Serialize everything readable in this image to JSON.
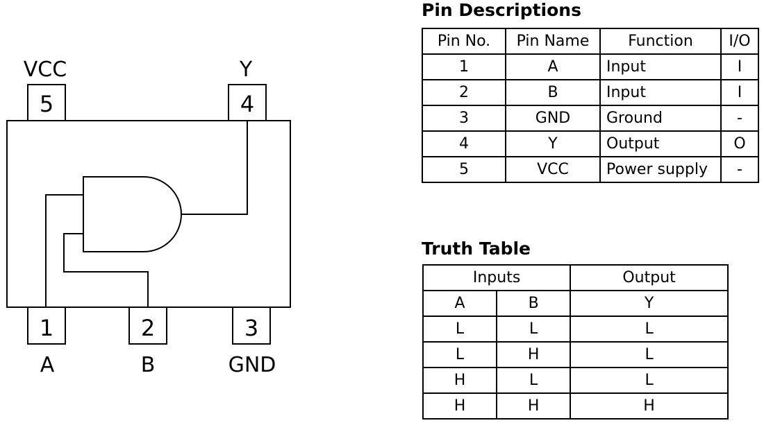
{
  "diagram": {
    "pins_top": [
      {
        "number": "5",
        "label": "VCC"
      },
      {
        "number": "4",
        "label": "Y"
      }
    ],
    "pins_bottom": [
      {
        "number": "1",
        "label": "A"
      },
      {
        "number": "2",
        "label": "B"
      },
      {
        "number": "3",
        "label": "GND"
      }
    ],
    "gate": "AND"
  },
  "pin_descriptions": {
    "title": "Pin Descriptions",
    "headers": [
      "Pin No.",
      "Pin Name",
      "Function",
      "I/O"
    ],
    "rows": [
      [
        "1",
        "A",
        "Input",
        "I"
      ],
      [
        "2",
        "B",
        "Input",
        "I"
      ],
      [
        "3",
        "GND",
        "Ground",
        "-"
      ],
      [
        "4",
        "Y",
        "Output",
        "O"
      ],
      [
        "5",
        "VCC",
        "Power supply",
        "-"
      ]
    ]
  },
  "truth_table": {
    "title": "Truth Table",
    "group_headers": {
      "inputs": "Inputs",
      "output": "Output"
    },
    "headers": [
      "A",
      "B",
      "Y"
    ],
    "rows": [
      [
        "L",
        "L",
        "L"
      ],
      [
        "L",
        "H",
        "L"
      ],
      [
        "H",
        "L",
        "L"
      ],
      [
        "H",
        "H",
        "H"
      ]
    ]
  }
}
